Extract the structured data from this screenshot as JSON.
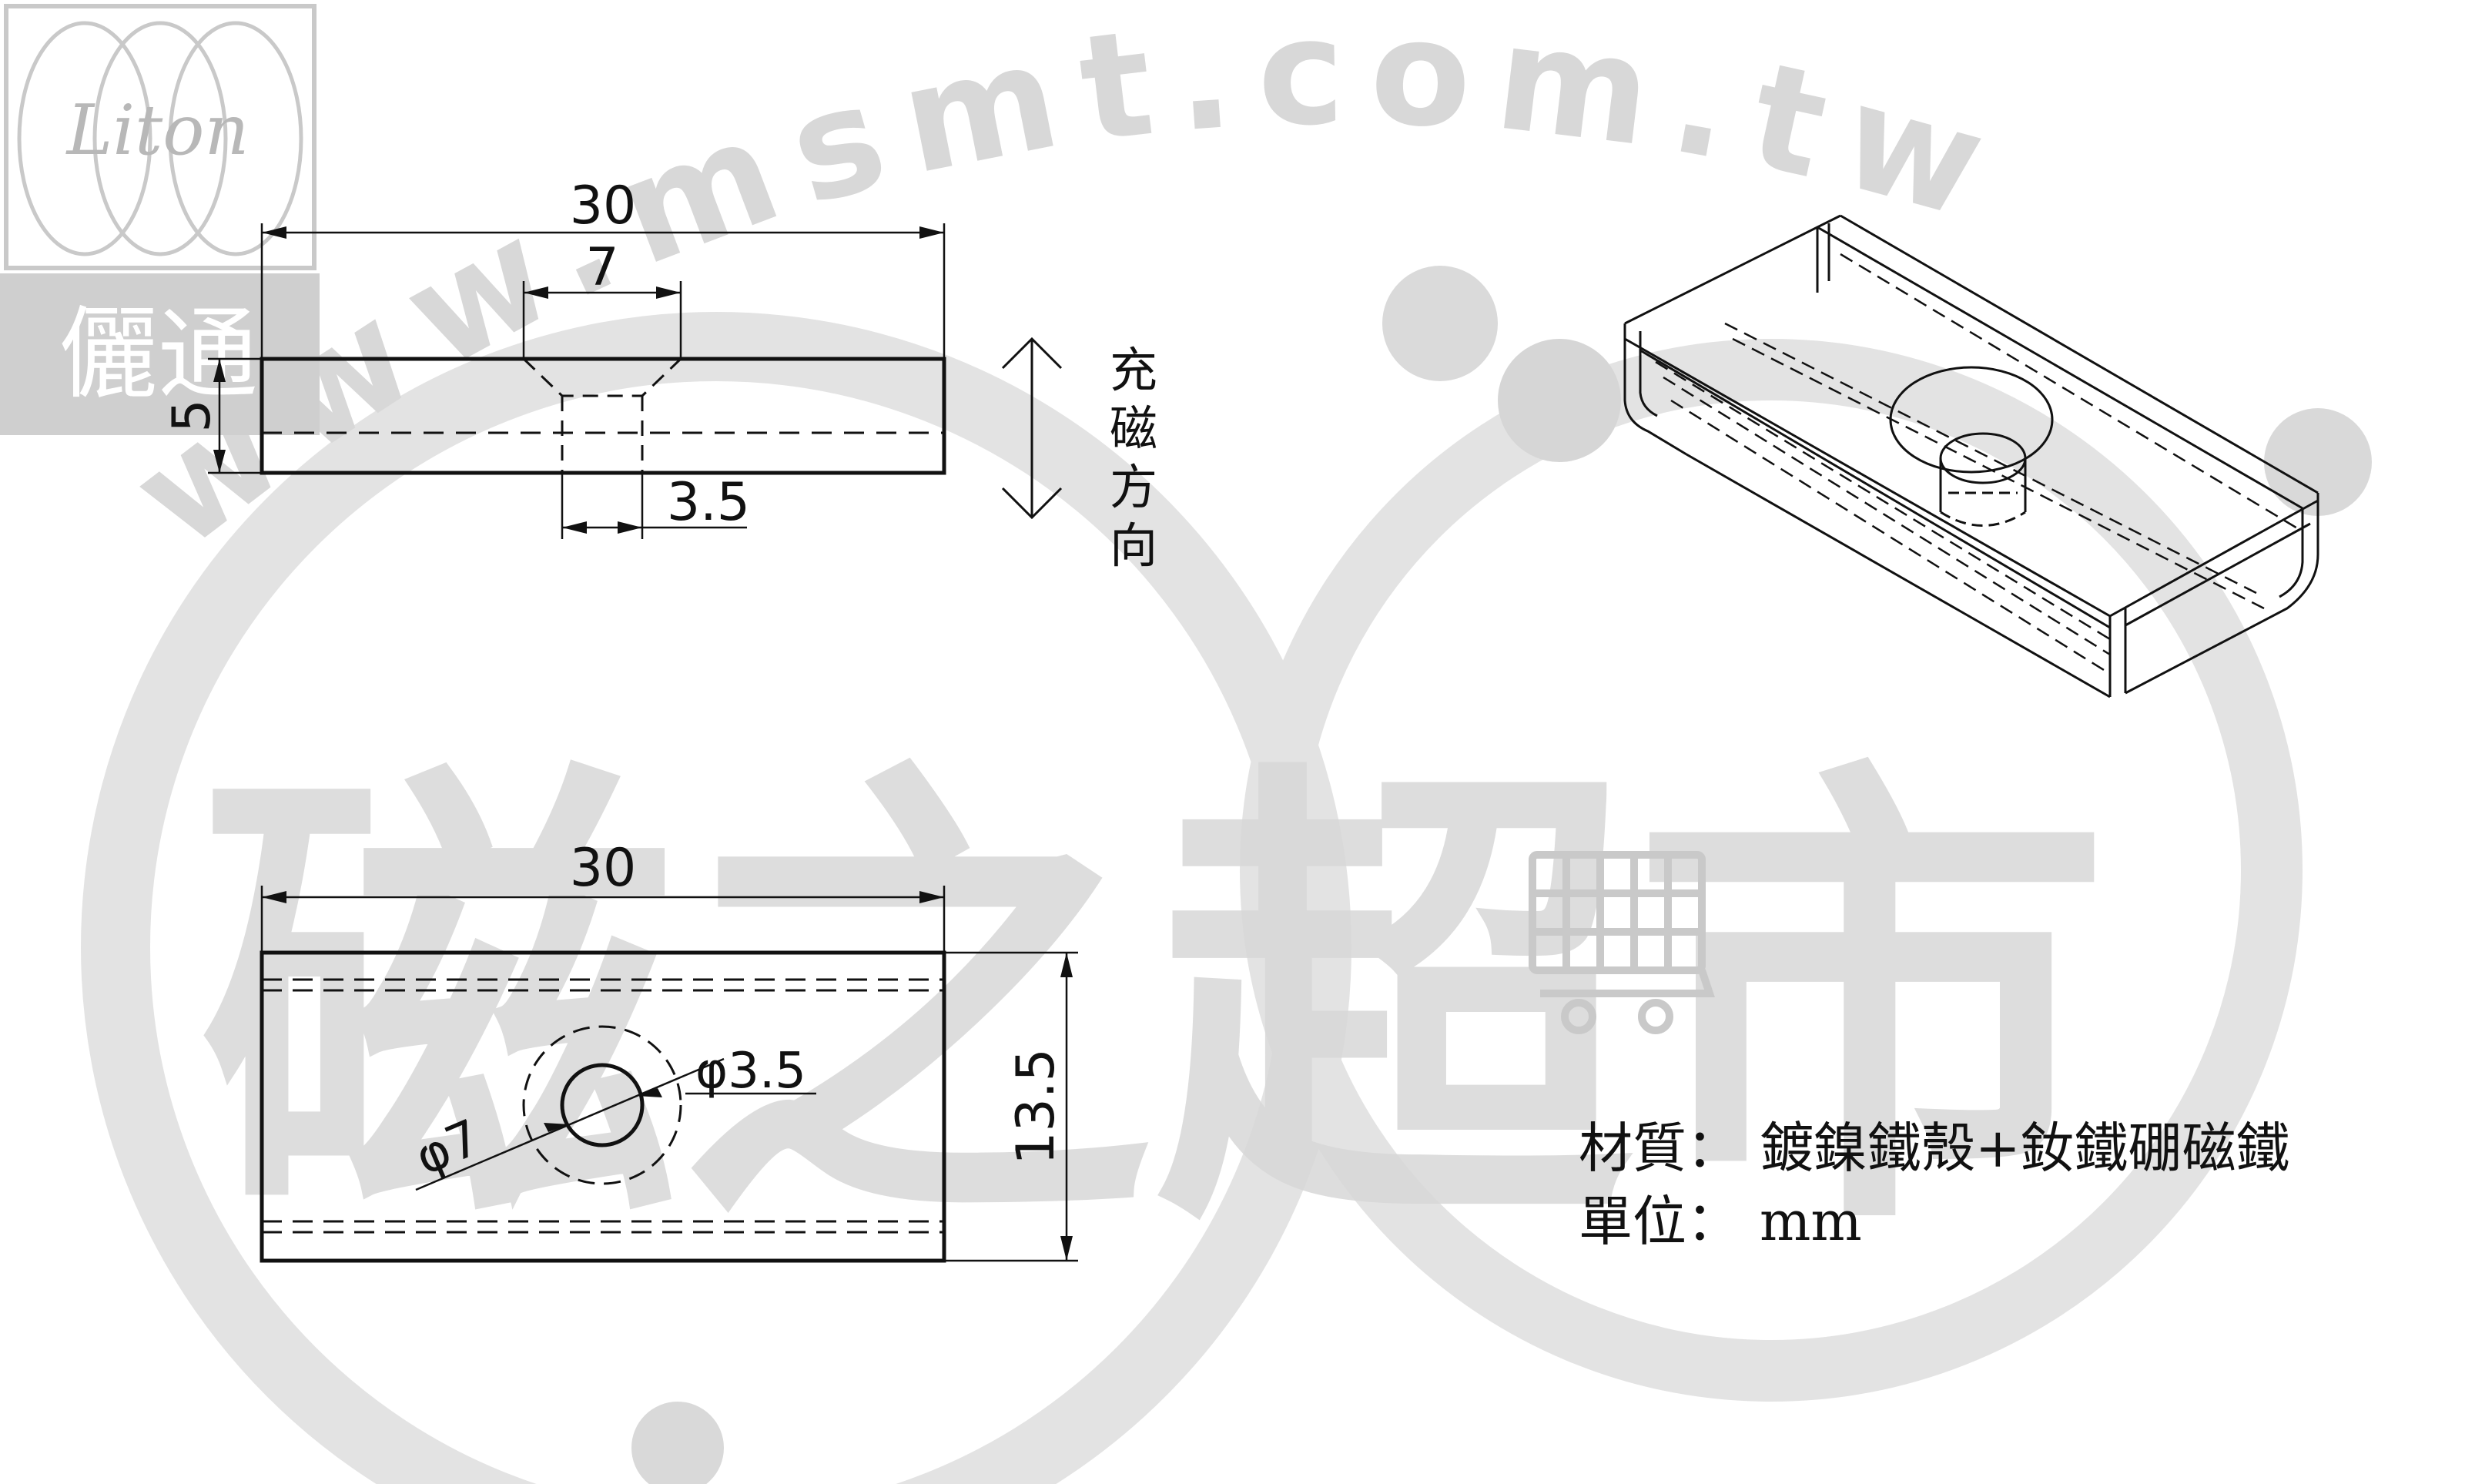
{
  "logo": {
    "text": "Liton",
    "chinese": "儷通"
  },
  "watermark": {
    "url": "www.msmt.com.tw",
    "big_chars": "磁之超市"
  },
  "colors": {
    "line": "#111111",
    "watermark": "#d9d9d9",
    "watermark_dark": "#bdbdbd",
    "logo_bg": "#cfcfcf"
  },
  "side_view": {
    "width_dim": "30",
    "countersink_dim": "7",
    "thickness_dim": "5",
    "hole_dim": "3.5",
    "magnetization_label": [
      "充",
      "磁",
      "方",
      "向"
    ]
  },
  "top_view": {
    "width_dim": "30",
    "height_dim": "13.5",
    "outer_hole_dim": "φ7",
    "inner_hole_dim": "φ3.5"
  },
  "spec": {
    "material_label": "材質：",
    "material_value": "鍍鎳鐵殼+釹鐵硼磁鐵",
    "unit_label": "單位：",
    "unit_value": "mm"
  }
}
